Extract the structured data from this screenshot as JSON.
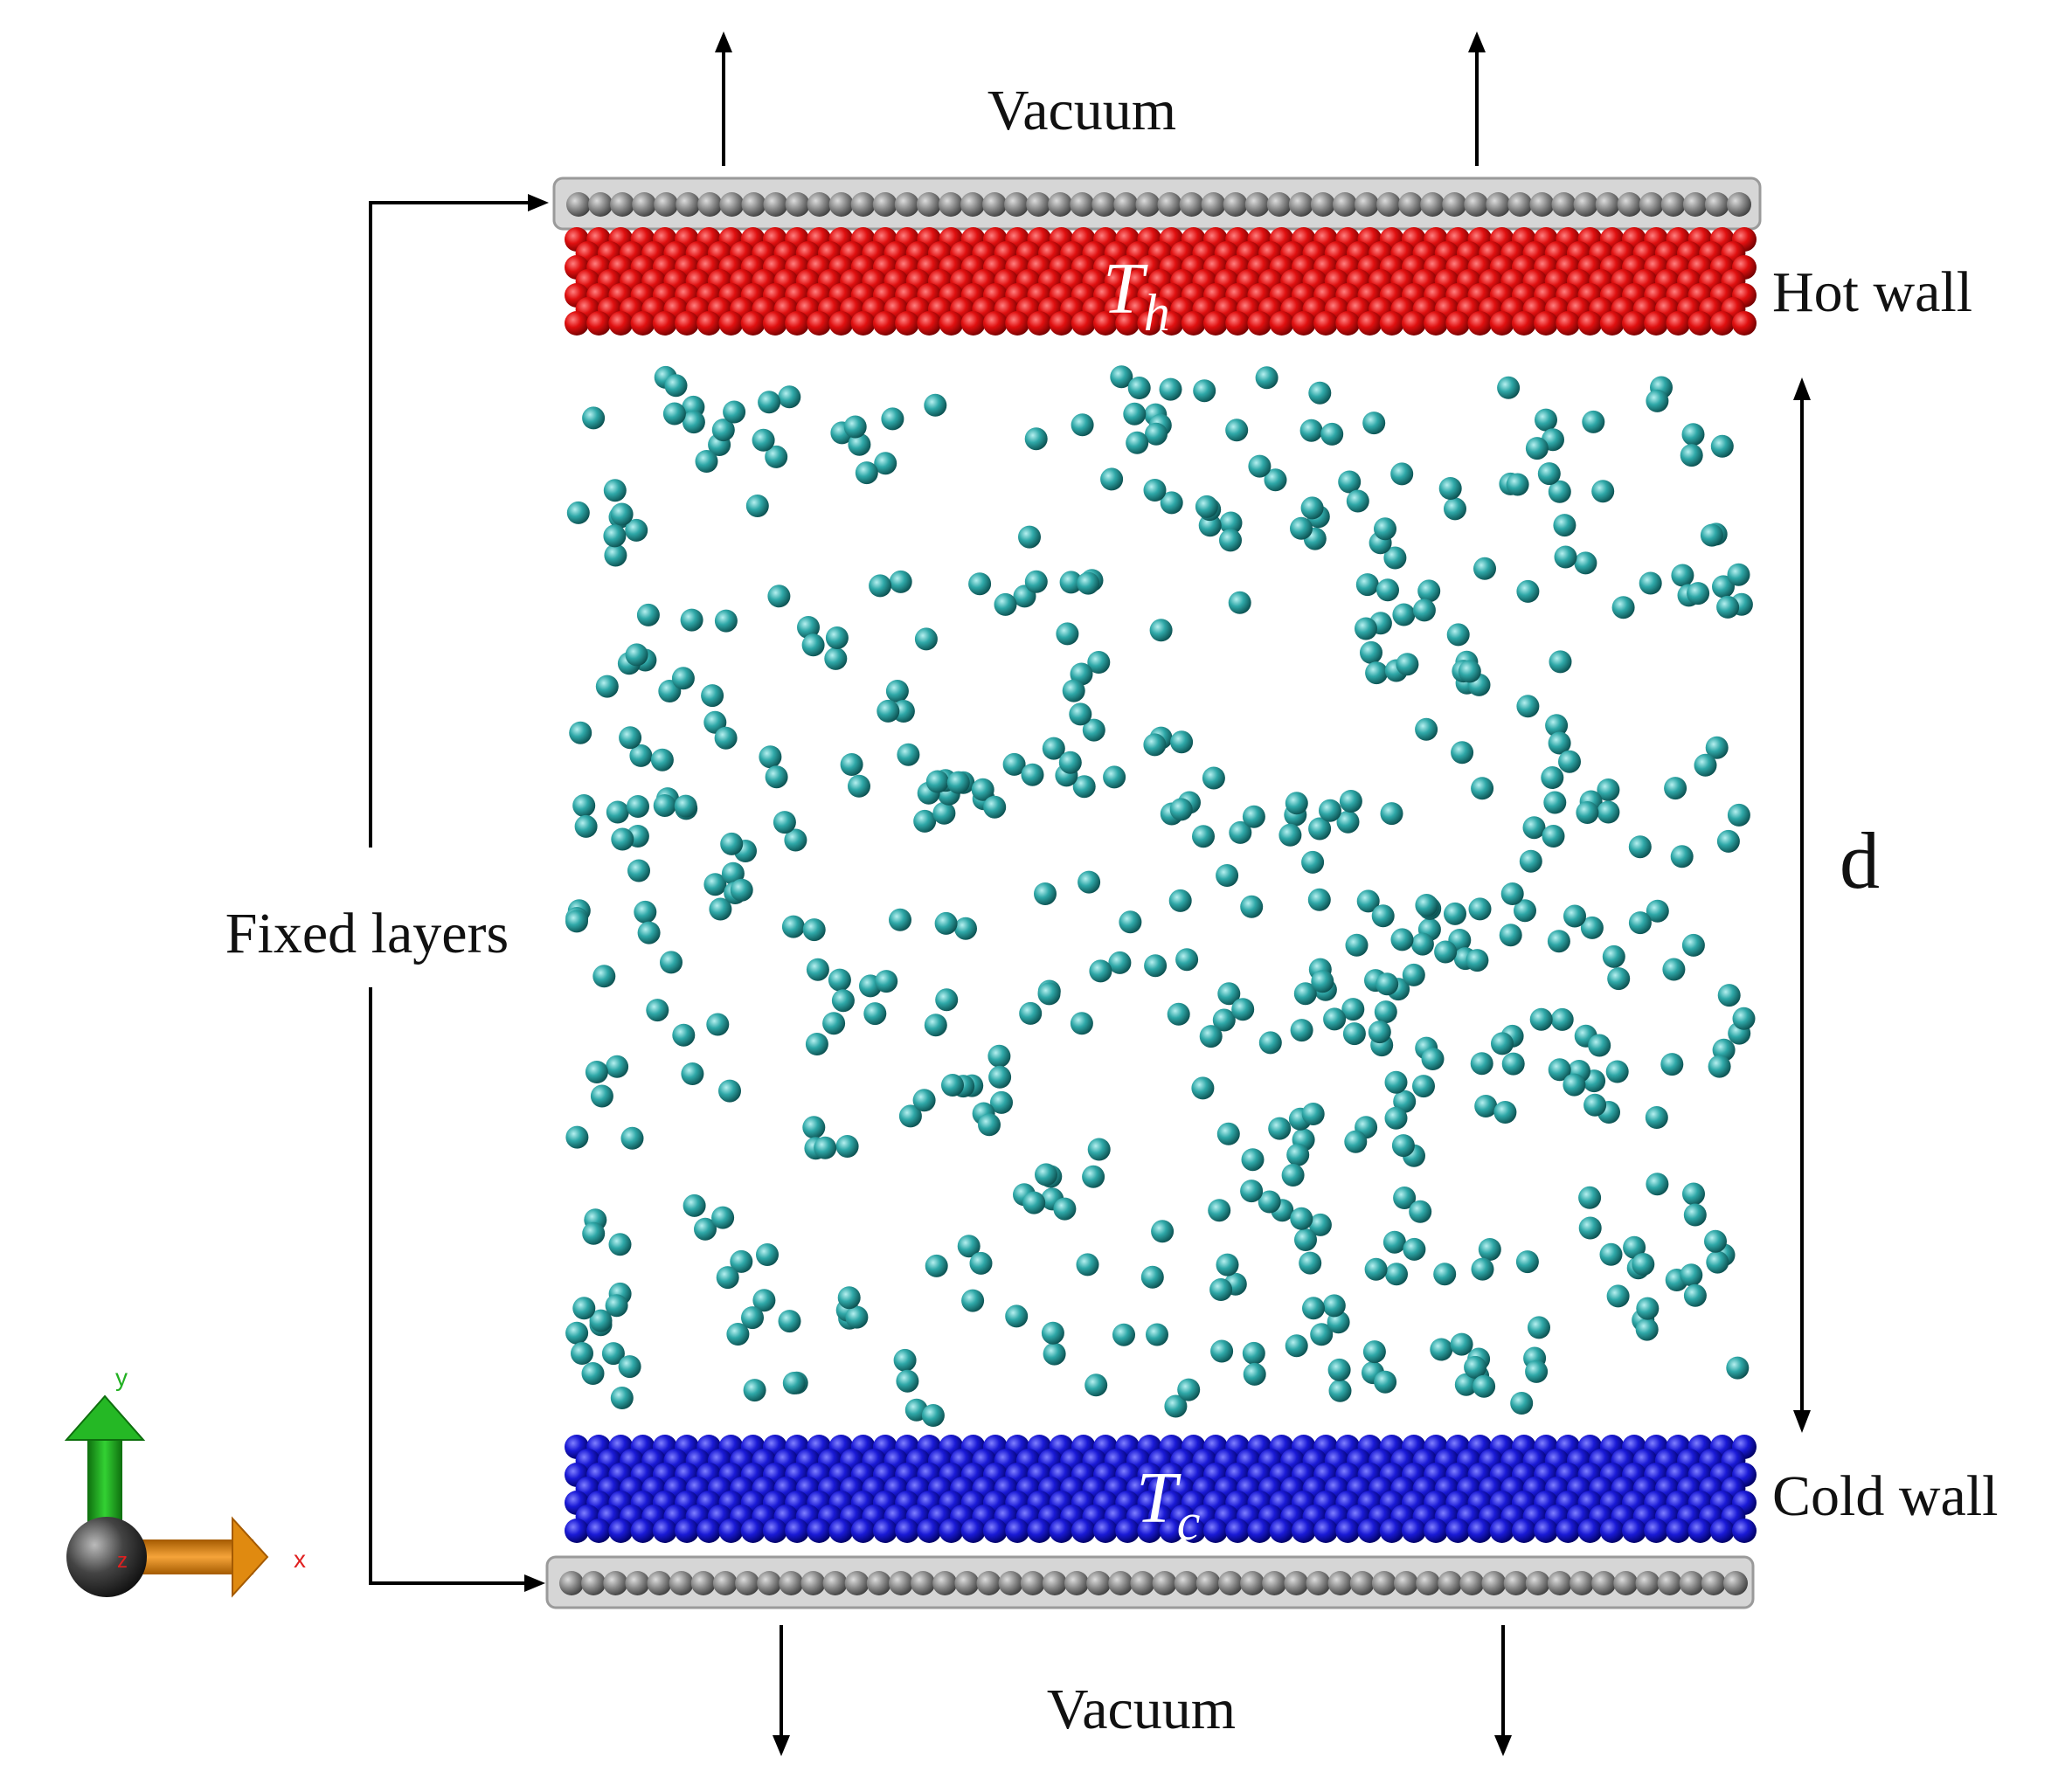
{
  "labels": {
    "vacuum_top": "Vacuum",
    "vacuum_bottom": "Vacuum",
    "hot_wall": "Hot wall",
    "cold_wall": "Cold wall",
    "fixed_layers": "Fixed layers",
    "distance": "d",
    "temp_hot_main": "T",
    "temp_hot_sub": "h",
    "temp_cold_main": "T",
    "temp_cold_sub": "c",
    "axis_y": "y",
    "axis_x": "x",
    "axis_z": "z"
  },
  "colors": {
    "hot_wall": "#e01010",
    "cold_wall": "#1a1ad6",
    "fixed_layer_atom": "#8a8a8a",
    "fixed_layer_box": "#d6d6d6",
    "fluid_atom": "#2fa8a8",
    "axis_y": "#22b022",
    "axis_x": "#e08a10",
    "axis_origin": "#333333"
  },
  "lattice": {
    "hot_wall_rows": 7,
    "cold_wall_rows": 7,
    "fixed_layer_rows": 1,
    "atoms_per_row": 54
  },
  "fluid": {
    "atom_count": 520,
    "seed": 7
  }
}
